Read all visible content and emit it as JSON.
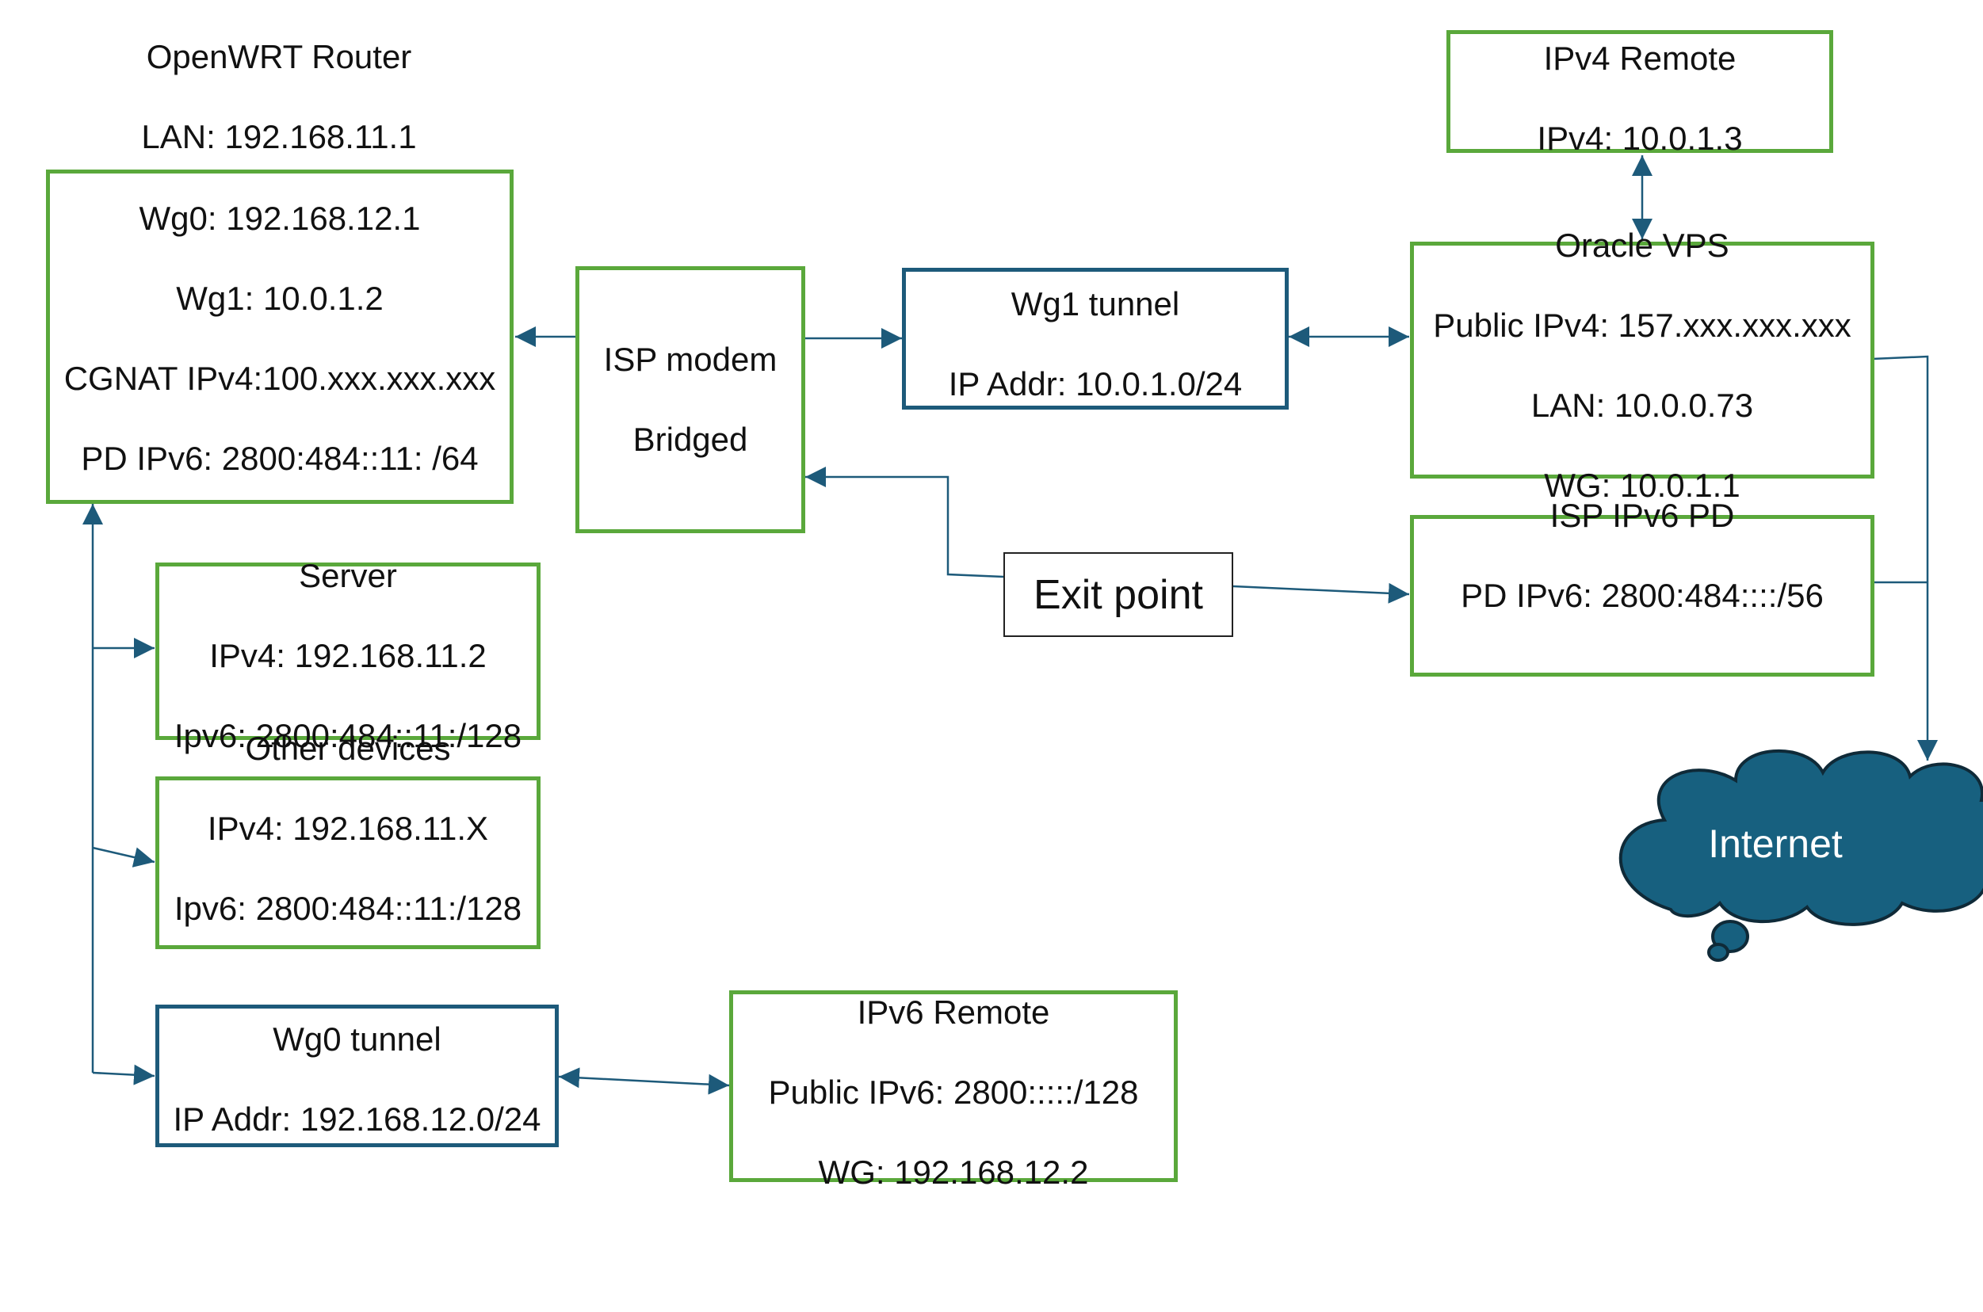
{
  "router": {
    "title": "OpenWRT Router",
    "lan": "LAN: 192.168.11.1",
    "wg0": "Wg0: 192.168.12.1",
    "wg1": "Wg1: 10.0.1.2",
    "cgnat": "CGNAT IPv4:100.xxx.xxx.xxx",
    "pd": "PD IPv6: 2800:484::11: /64"
  },
  "isp_modem": {
    "name": "ISP modem",
    "mode": "Bridged"
  },
  "wg1_tunnel": {
    "name": "Wg1 tunnel",
    "addr": "IP Addr: 10.0.1.0/24"
  },
  "ipv4_remote": {
    "name": "IPv4 Remote",
    "addr": "IPv4: 10.0.1.3"
  },
  "oracle_vps": {
    "name": "Oracle VPS",
    "public": "Public IPv4: 157.xxx.xxx.xxx",
    "lan": "LAN: 10.0.0.73",
    "wg": "WG: 10.0.1.1"
  },
  "isp_pd": {
    "name": "ISP IPv6 PD",
    "pd": "PD IPv6: 2800:484::::/56"
  },
  "exit_point": "Exit point",
  "server": {
    "name": "Server",
    "ipv4": "IPv4: 192.168.11.2",
    "ipv6": "Ipv6: 2800:484::11:/128"
  },
  "other_devices": {
    "name": "Other devices",
    "ipv4": "IPv4: 192.168.11.X",
    "ipv6": "Ipv6: 2800:484::11:/128"
  },
  "wg0_tunnel": {
    "name": "Wg0 tunnel",
    "addr": "IP Addr: 192.168.12.0/24"
  },
  "ipv6_remote": {
    "name": "IPv6 Remote",
    "public": "Public IPv6: 2800:::::/128",
    "wg": "WG: 192.168.12.2"
  },
  "internet": "Internet",
  "colors": {
    "green_border": "#5aa83b",
    "blue_border": "#1d5a7a",
    "cloud_fill": "#17607f",
    "arrow": "#1d5a7a"
  }
}
